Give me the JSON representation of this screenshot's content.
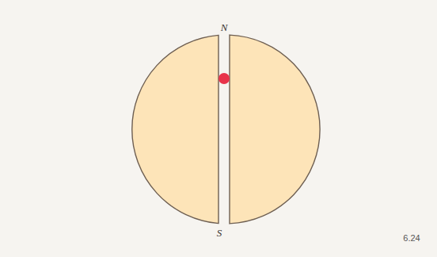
{
  "diagram": {
    "labels": [
      "N",
      "S",
      "6.24"
    ]
  }
}
